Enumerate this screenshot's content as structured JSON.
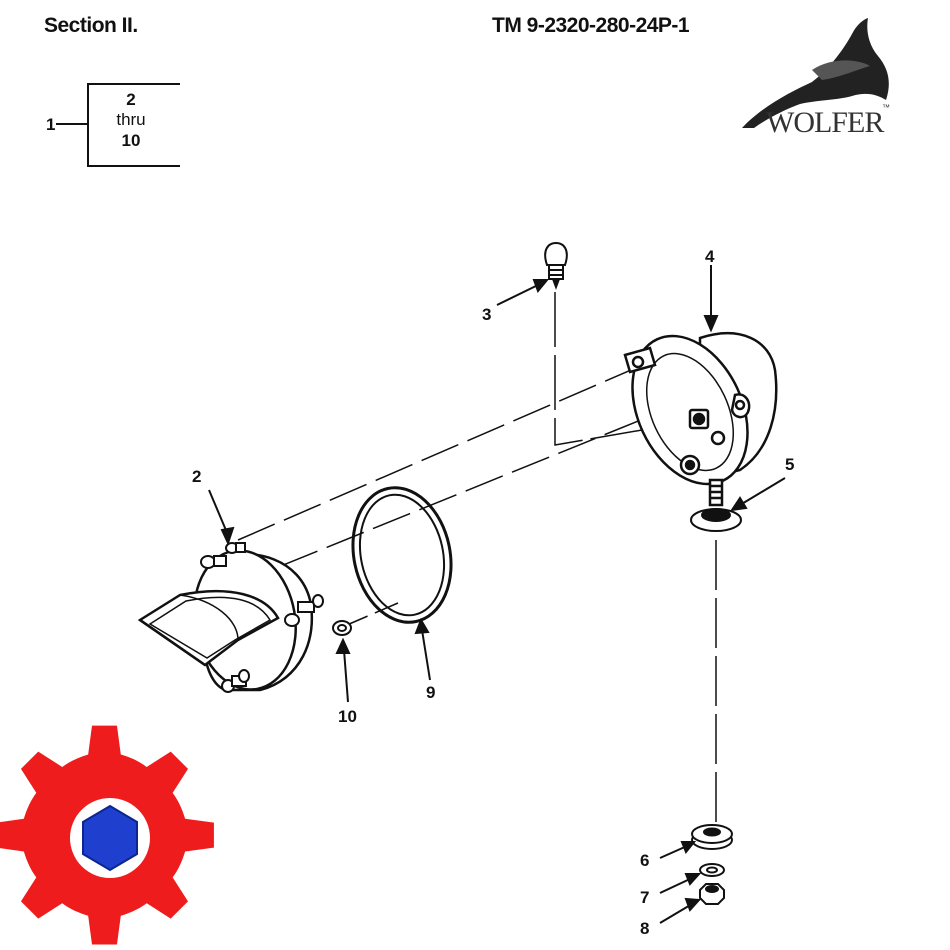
{
  "header": {
    "section": "Section II.",
    "tm_number": "TM 9-2320-280-24P-1"
  },
  "reference_box": {
    "lead_item": "1",
    "range_start": "2",
    "range_word": "thru",
    "range_end": "10"
  },
  "logo": {
    "brand": "WOLFER",
    "trademark": "™"
  },
  "callouts": {
    "c2": "2",
    "c3": "3",
    "c4": "4",
    "c5": "5",
    "c6": "6",
    "c7": "7",
    "c8": "8",
    "c9": "9",
    "c10": "10"
  },
  "colors": {
    "gear_red": "#ee1c1c",
    "hex_blue": "#1f3fcf",
    "line_art": "#111111"
  }
}
